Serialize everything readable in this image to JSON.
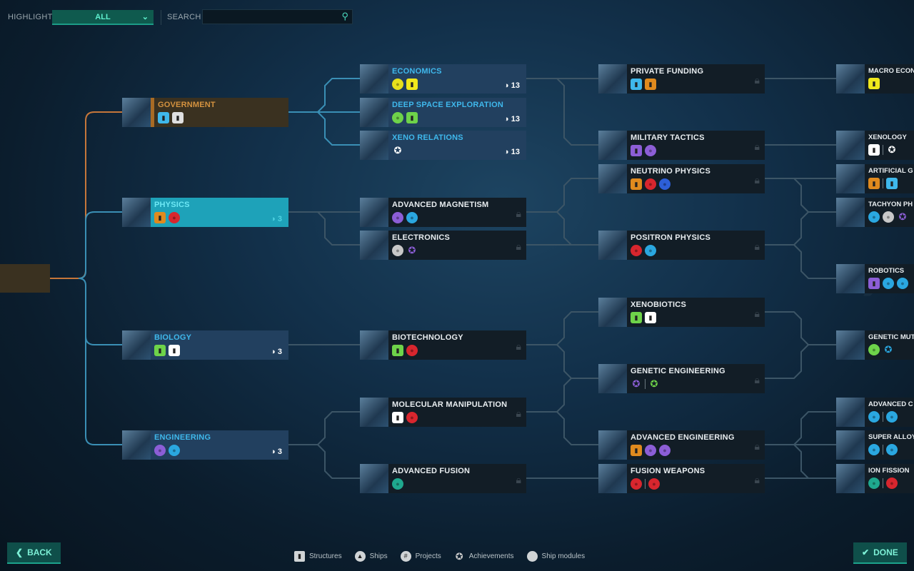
{
  "topbar": {
    "highlight_label": "HIGHLIGHT",
    "highlight_value": "ALL",
    "search_label": "SEARCH",
    "search_value": ""
  },
  "colors": {
    "structure": "#ffffff",
    "accent": "#5ff0cf"
  },
  "nodes": [
    {
      "title": "GOVERNMENT",
      "style": "gov",
      "badges": [
        [
          "st",
          "#3fb8ec"
        ],
        [
          "st",
          "#e0e0e0"
        ]
      ]
    },
    {
      "title": "PHYSICS",
      "style": "phys",
      "badges": [
        [
          "st",
          "#e08a1e"
        ],
        [
          "c",
          "#d8262e"
        ]
      ],
      "count": "3"
    },
    {
      "title": "BIOLOGY",
      "style": "open",
      "badges": [
        [
          "st",
          "#6ed34a"
        ],
        [
          "st",
          "#ffffff"
        ]
      ],
      "count": "3"
    },
    {
      "title": "ENGINEERING",
      "style": "open",
      "badges": [
        [
          "c",
          "#8c5ed6"
        ],
        [
          "c",
          "#2aa7e0"
        ]
      ],
      "count": "3"
    },
    {
      "title": "ECONOMICS",
      "style": "open",
      "badges": [
        [
          "c",
          "#e6e01c"
        ],
        [
          "st",
          "#f0e81c"
        ]
      ],
      "count": "13"
    },
    {
      "title": "DEEP SPACE EXPLORATION",
      "style": "open",
      "badges": [
        [
          "c",
          "#6ed34a"
        ],
        [
          "st",
          "#6ed34a"
        ]
      ],
      "count": "13"
    },
    {
      "title": "XENO RELATIONS",
      "style": "open",
      "badges": [
        [
          "s",
          "#ffffff"
        ]
      ],
      "count": "13"
    },
    {
      "title": "ADVANCED MAGNETISM",
      "style": "locked",
      "badges": [
        [
          "c",
          "#8c5ed6"
        ],
        [
          "c",
          "#2aa7e0"
        ]
      ]
    },
    {
      "title": "ELECTRONICS",
      "style": "locked",
      "badges": [
        [
          "c",
          "#c8c8c8"
        ],
        [
          "s",
          "#8c5ed6"
        ]
      ]
    },
    {
      "title": "BIOTECHNOLOGY",
      "style": "locked",
      "badges": [
        [
          "st",
          "#6ed34a"
        ],
        [
          "c",
          "#d8262e"
        ]
      ]
    },
    {
      "title": "MOLECULAR MANIPULATION",
      "style": "locked",
      "badges": [
        [
          "st",
          "#ffffff"
        ],
        [
          "c",
          "#d8262e"
        ]
      ]
    },
    {
      "title": "ADVANCED FUSION",
      "style": "locked",
      "badges": [
        [
          "c",
          "#1fa88e"
        ]
      ]
    },
    {
      "title": "PRIVATE FUNDING",
      "style": "locked",
      "badges": [
        [
          "st",
          "#3fb8ec"
        ],
        [
          "st",
          "#e08a1e"
        ]
      ]
    },
    {
      "title": "MILITARY TACTICS",
      "style": "locked",
      "badges": [
        [
          "st",
          "#8c5ed6"
        ],
        [
          "c",
          "#8c5ed6"
        ]
      ]
    },
    {
      "title": "NEUTRINO PHYSICS",
      "style": "locked",
      "badges": [
        [
          "st",
          "#e08a1e"
        ],
        [
          "c",
          "#d8262e"
        ],
        [
          "c",
          "#2d5fd8"
        ]
      ]
    },
    {
      "title": "POSITRON PHYSICS",
      "style": "locked",
      "badges": [
        [
          "c",
          "#d8262e"
        ],
        [
          "c",
          "#2aa7e0"
        ]
      ]
    },
    {
      "title": "XENOBIOTICS",
      "style": "locked",
      "badges": [
        [
          "st",
          "#6ed34a"
        ],
        [
          "st",
          "#ffffff"
        ]
      ]
    },
    {
      "title": "GENETIC ENGINEERING",
      "style": "locked",
      "badges": [
        [
          "s",
          "#8c5ed6"
        ],
        [
          "sep",
          ""
        ],
        [
          "s",
          "#6ed34a"
        ]
      ]
    },
    {
      "title": "ADVANCED ENGINEERING",
      "style": "locked",
      "badges": [
        [
          "st",
          "#e08a1e"
        ],
        [
          "c",
          "#8c5ed6"
        ],
        [
          "c",
          "#8c5ed6"
        ]
      ]
    },
    {
      "title": "FUSION WEAPONS",
      "style": "locked",
      "badges": [
        [
          "c",
          "#d8262e"
        ],
        [
          "sep",
          ""
        ],
        [
          "c",
          "#d8262e"
        ]
      ]
    },
    {
      "title": "MACRO ECON",
      "style": "locked",
      "badges": [
        [
          "st",
          "#f0e81c"
        ]
      ]
    },
    {
      "title": "XENOLOGY",
      "style": "locked",
      "badges": [
        [
          "st",
          "#ffffff"
        ],
        [
          "sep",
          ""
        ],
        [
          "s",
          "#ffffff"
        ]
      ]
    },
    {
      "title": "ARTIFICIAL G",
      "style": "locked",
      "badges": [
        [
          "st",
          "#e08a1e"
        ],
        [
          "sep",
          ""
        ],
        [
          "st",
          "#3fb8ec"
        ]
      ]
    },
    {
      "title": "TACHYON PH",
      "style": "locked",
      "badges": [
        [
          "c",
          "#2aa7e0"
        ],
        [
          "c",
          "#c8c8c8"
        ],
        [
          "s",
          "#8c5ed6"
        ]
      ]
    },
    {
      "title": "ROBOTICS",
      "style": "locked",
      "badges": [
        [
          "st",
          "#8c5ed6"
        ],
        [
          "c",
          "#2aa7e0"
        ],
        [
          "c",
          "#2aa7e0"
        ]
      ]
    },
    {
      "title": "GENETIC MUT",
      "style": "locked",
      "badges": [
        [
          "c",
          "#6ed34a"
        ],
        [
          "s",
          "#2aa7e0"
        ]
      ]
    },
    {
      "title": "ADVANCED C",
      "style": "locked",
      "badges": [
        [
          "c",
          "#2aa7e0"
        ],
        [
          "sep",
          ""
        ],
        [
          "c",
          "#2aa7e0"
        ]
      ]
    },
    {
      "title": "SUPER ALLOY",
      "style": "locked",
      "badges": [
        [
          "c",
          "#2aa7e0"
        ],
        [
          "sep",
          ""
        ],
        [
          "c",
          "#2aa7e0"
        ]
      ]
    },
    {
      "title": "ION FISSION",
      "style": "locked",
      "badges": [
        [
          "c",
          "#1fa88e"
        ],
        [
          "sep",
          ""
        ],
        [
          "c",
          "#d8262e"
        ]
      ]
    }
  ],
  "footer": {
    "back_label": "BACK",
    "done_label": "DONE",
    "legend": [
      "Structures",
      "Ships",
      "Projects",
      "Achievements",
      "Ship modules"
    ]
  }
}
